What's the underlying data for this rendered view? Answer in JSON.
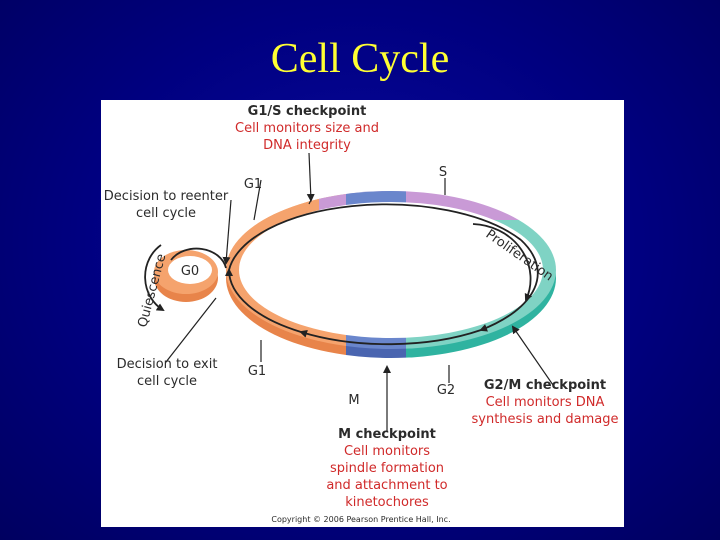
{
  "slide": {
    "title": "Cell Cycle"
  },
  "figure": {
    "phases": {
      "g1_top": "G1",
      "s": "S",
      "g0": "G0",
      "g1_bottom": "G1",
      "m": "M",
      "g2": "G2"
    },
    "cycle_labels": {
      "proliferation": "Proliferation",
      "quiescence": "Quiescence"
    },
    "decisions": {
      "reenter_line1": "Decision to reenter",
      "reenter_line2": "cell cycle",
      "exit_line1": "Decision to exit",
      "exit_line2": "cell cycle"
    },
    "checkpoints": {
      "g1s": {
        "title": "G1/S checkpoint",
        "desc_line1": "Cell monitors size and",
        "desc_line2": "DNA integrity"
      },
      "g2m": {
        "title": "G2/M checkpoint",
        "desc_line1": "Cell monitors DNA",
        "desc_line2": "synthesis and damage"
      },
      "m": {
        "title": "M checkpoint",
        "desc_line1": "Cell monitors",
        "desc_line2": "spindle formation",
        "desc_line3": "and attachment to",
        "desc_line4": "kinetochores"
      }
    },
    "copyright": "Copyright © 2006 Pearson Prentice Hall, Inc.",
    "colors": {
      "g1": "#f5a36d",
      "g1_side": "#e8844a",
      "s": "#c99ad6",
      "g2": "#7fd3c4",
      "g2_side": "#2fb3a0",
      "m": "#5a78c0",
      "checkpoint_text": "#d02a2a",
      "title": "#ffff33"
    }
  }
}
